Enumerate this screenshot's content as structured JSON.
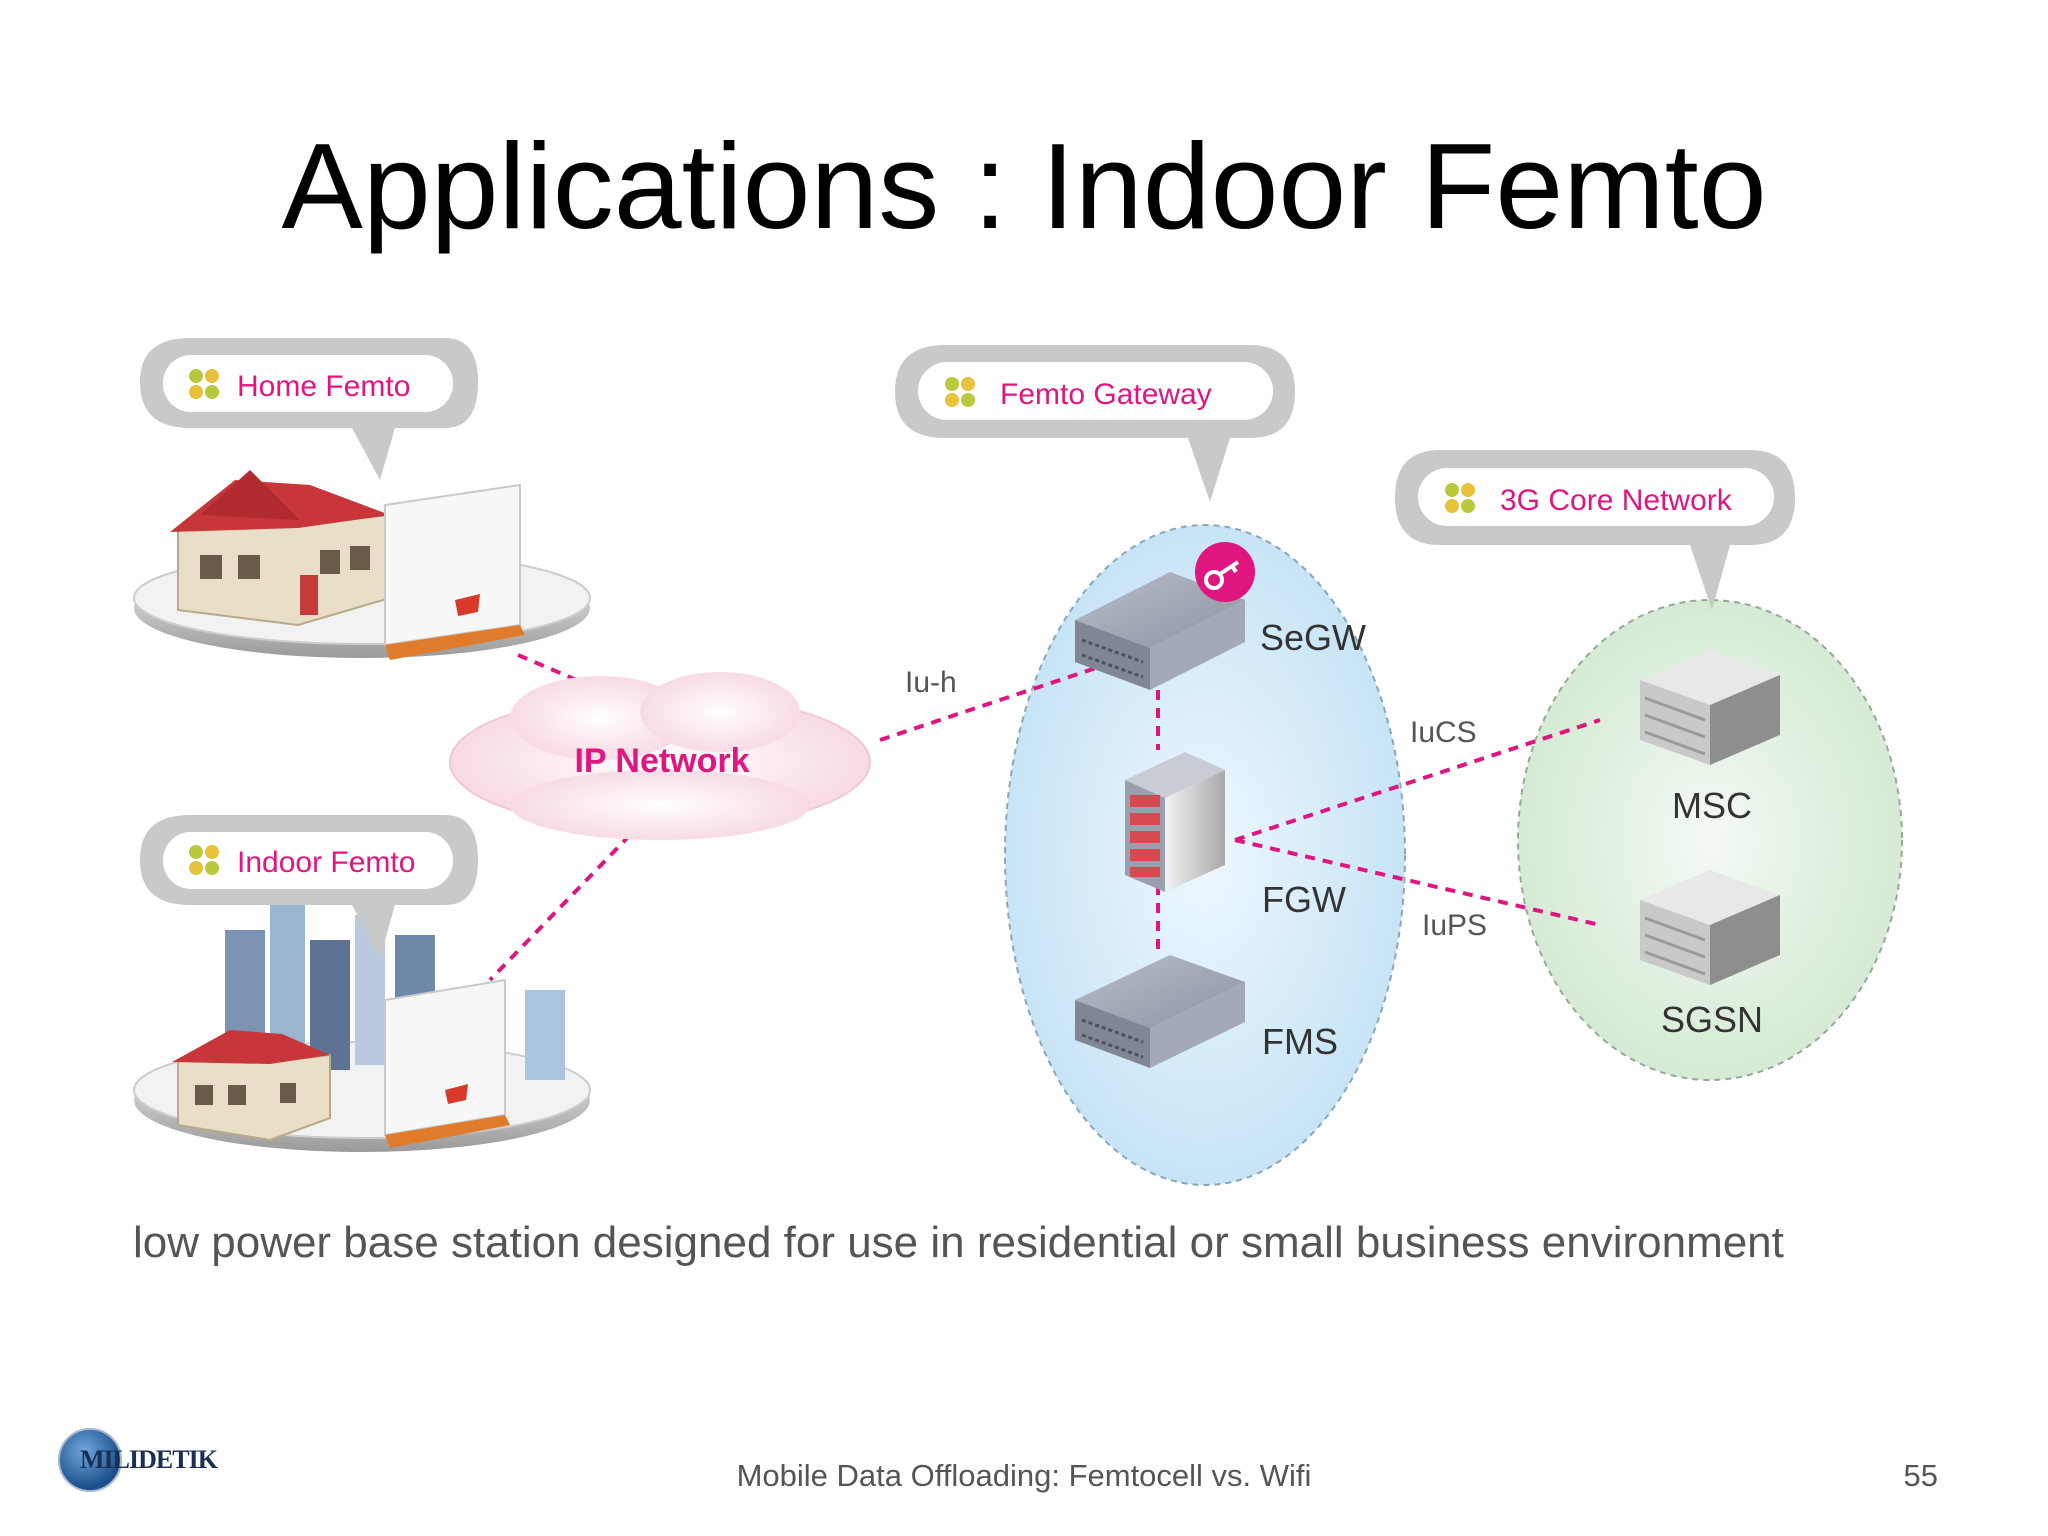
{
  "slide": {
    "title": "Applications : Indoor Femto",
    "caption": "low power base station designed for use in residential or small business environment",
    "footer": "Mobile Data Offloading: Femtocell vs. Wifi",
    "page_number": "55",
    "logo_text": "MILIDETIK"
  },
  "diagram": {
    "callouts": {
      "home_femto": "Home Femto",
      "indoor_femto": "Indoor Femto",
      "femto_gateway": "Femto Gateway",
      "core_network": "3G Core Network"
    },
    "ip_network": "IP Network",
    "links": {
      "iu_h": "Iu-h",
      "iu_cs": "IuCS",
      "iu_ps": "IuPS"
    },
    "nodes": {
      "segw": "SeGW",
      "fgw": "FGW",
      "fms": "FMS",
      "msc": "MSC",
      "sgsn": "SGSN"
    },
    "colors": {
      "accent_magenta": "#e0157f",
      "bullet_green": "#b9c83c",
      "gateway_fill": "#d9eefa",
      "core_fill": "#e3f1e3"
    }
  }
}
